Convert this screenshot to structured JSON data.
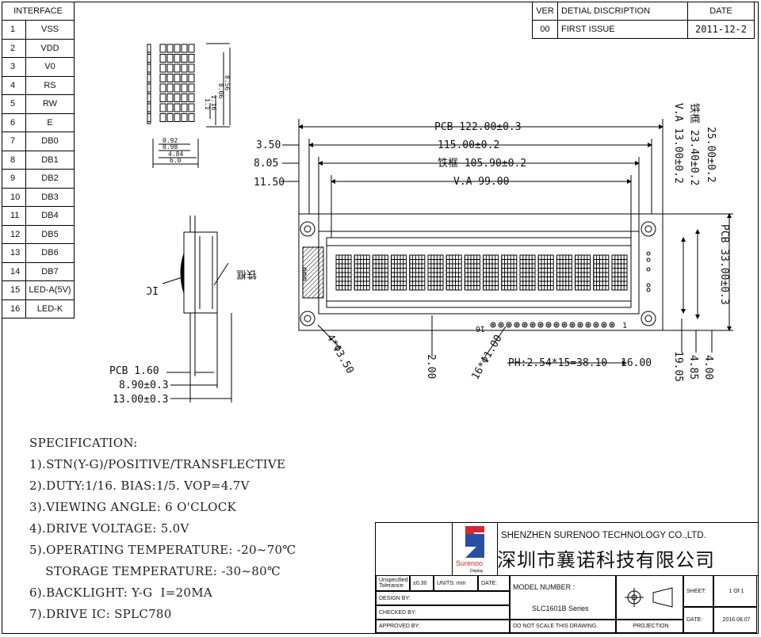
{
  "interface": {
    "title": "INTERFACE",
    "pins": [
      {
        "n": "1",
        "name": "VSS"
      },
      {
        "n": "2",
        "name": "VDD"
      },
      {
        "n": "3",
        "name": "V0"
      },
      {
        "n": "4",
        "name": "RS"
      },
      {
        "n": "5",
        "name": "RW"
      },
      {
        "n": "6",
        "name": "E"
      },
      {
        "n": "7",
        "name": "DB0"
      },
      {
        "n": "8",
        "name": "DB1"
      },
      {
        "n": "9",
        "name": "DB2"
      },
      {
        "n": "10",
        "name": "DB3"
      },
      {
        "n": "11",
        "name": "DB4"
      },
      {
        "n": "12",
        "name": "DB5"
      },
      {
        "n": "13",
        "name": "DB6"
      },
      {
        "n": "14",
        "name": "DB7"
      },
      {
        "n": "15",
        "name": "LED-A(5V)"
      },
      {
        "n": "16",
        "name": "LED-K"
      }
    ]
  },
  "revision": {
    "h_ver": "VER",
    "h_desc": "DETIAL DISCRIPTION",
    "h_date": "DATE",
    "ver": "00",
    "desc": "FIRST ISSUE",
    "date": "2011-12-2"
  },
  "dims": {
    "pcb_w": "PCB 122.00±0.3",
    "outline_w": "115.00±0.2",
    "frame_w": "铁框 105.90±0.2",
    "va_w": "V.A 99.00",
    "off1": "3.50",
    "off2": "8.05",
    "off3": "11.50",
    "va_h": "V.A 13.00±0.2",
    "frame_h": "铁框 23.40±0.2",
    "outline_h": "25.00±0.2",
    "pcb_h": "PCB 33.00±0.3",
    "hole": "4*Φ3.50",
    "pin_d": "16*Φ1.00",
    "pitch": "PH:2.54*15=38.10",
    "pin_off": "16.00",
    "pin_y": "2.00",
    "r1": "19.05",
    "r2": "4.85",
    "r3": "4.00",
    "side_pcb": "PCB 1.60",
    "side_a": "8.90±0.3",
    "side_b": "13.00±0.3",
    "side_ic": "IC",
    "side_frame": "铁框",
    "pin1": "1",
    "pin16": "16",
    "ch1": "0.92",
    "ch2": "0.98",
    "ch3": "4.84",
    "ch4": "6.0",
    "cv1": "8.56",
    "cv2": "8.06",
    "cv3": "1.16",
    "cv4": "1.1"
  },
  "spec": {
    "title": "SPECIFICATION:",
    "lines": [
      "1).STN(Y-G)/POSITIVE/TRANSFLECTIVE",
      "2).DUTY:1/16. BIAS:1/5. VOP=4.7V",
      "3).VIEWING ANGLE: 6 O'CLOCK",
      "4).DRIVE VOLTAGE: 5.0V",
      "5).OPERATING TEMPERATURE: -20~70℃",
      "    STORAGE TEMPERATURE: -30~80℃",
      "6).BACKLIGHT: Y-G  I=20MA",
      "7).DRIVE IC: SPLC780"
    ]
  },
  "titleblock": {
    "company_en": "SHENZHEN SURENOO TECHNOLOGY CO.,LTD.",
    "company_cn": "深圳市襄诺科技有限公司",
    "logo_text": "Surenoo",
    "logo_sub": "Display",
    "unspec": "Unspecified Tolerance:",
    "tol": "±0.30",
    "units": "UNITS: mm",
    "date_lbl": "DATE:",
    "model_lbl": "MODEL NUMBER :",
    "model": "SLC1601B Series",
    "design": "DESIGN   BY:",
    "checked": "CHECKED  BY:",
    "approved": "APPROVED BY:",
    "noscale": "DO NOT SCALE THIS DRAWING.",
    "projection": "PROJECTION",
    "sheet_lbl": "SHEET:",
    "sheet": "1 Of 1",
    "date2_lbl": "DATE:",
    "date2": "2016.08.07",
    "colors": {
      "logo_red": "#d8262d",
      "logo_blue": "#2b4fa0"
    }
  }
}
